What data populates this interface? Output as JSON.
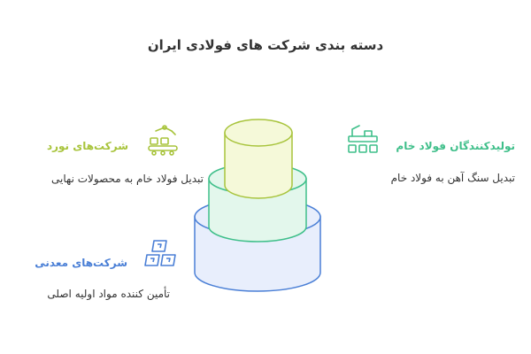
{
  "title": "دسته بندی شرکت های فولادی ایران",
  "layers": [
    {
      "label": "تولیدکنندگان فولاد خام",
      "description": "تبدیل سنگ آهن به فولاد خام",
      "icon": "steel-production-line-icon",
      "color": "#3fbf8a"
    },
    {
      "label": "شرکت‌های نورد",
      "description": "تبدیل فولاد خام به محصولات نهایی",
      "icon": "conveyor-robot-arm-icon",
      "color": "#a8c43c"
    },
    {
      "label": "شرکت‌های معدنی",
      "description": "تأمین کننده مواد اولیه اصلی",
      "icon": "ore-blocks-icon",
      "color": "#4a7fd6"
    }
  ],
  "colors": {
    "bottom_tier_fill": "#e8eefc",
    "middle_tier_fill": "#e3f7ec",
    "top_tier_fill": "#f5f9d9"
  }
}
